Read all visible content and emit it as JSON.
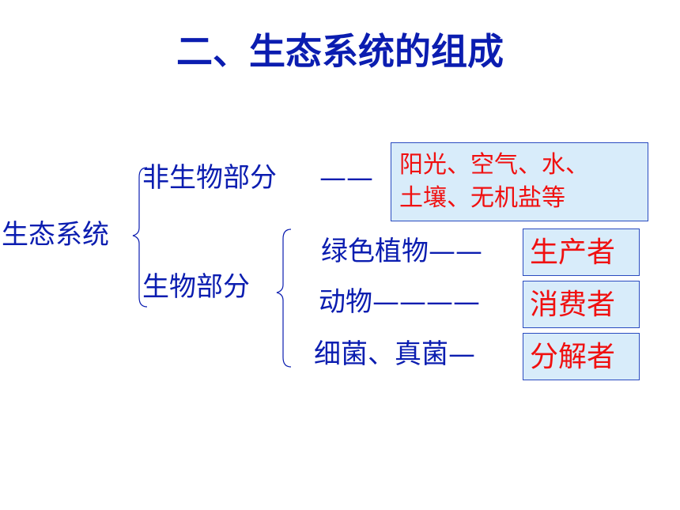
{
  "title": "二、生态系统的组成",
  "root": "生态系统",
  "abiotic": {
    "label": "非生物部分",
    "connector": "——",
    "items_line1": "阳光、空气、水、",
    "items_line2": "土壤、无机盐等"
  },
  "biotic": {
    "label": "生物部分",
    "members": [
      {
        "organism": "绿色植物——",
        "role": "生产者"
      },
      {
        "organism": "动物————",
        "role": "消费者"
      },
      {
        "organism": "细菌、真菌—",
        "role": "分解者"
      }
    ]
  },
  "colors": {
    "text": "#0b1db0",
    "highlight": "#f01010",
    "box_fill": "#d8ecfa",
    "box_border": "#2a4bc0"
  }
}
